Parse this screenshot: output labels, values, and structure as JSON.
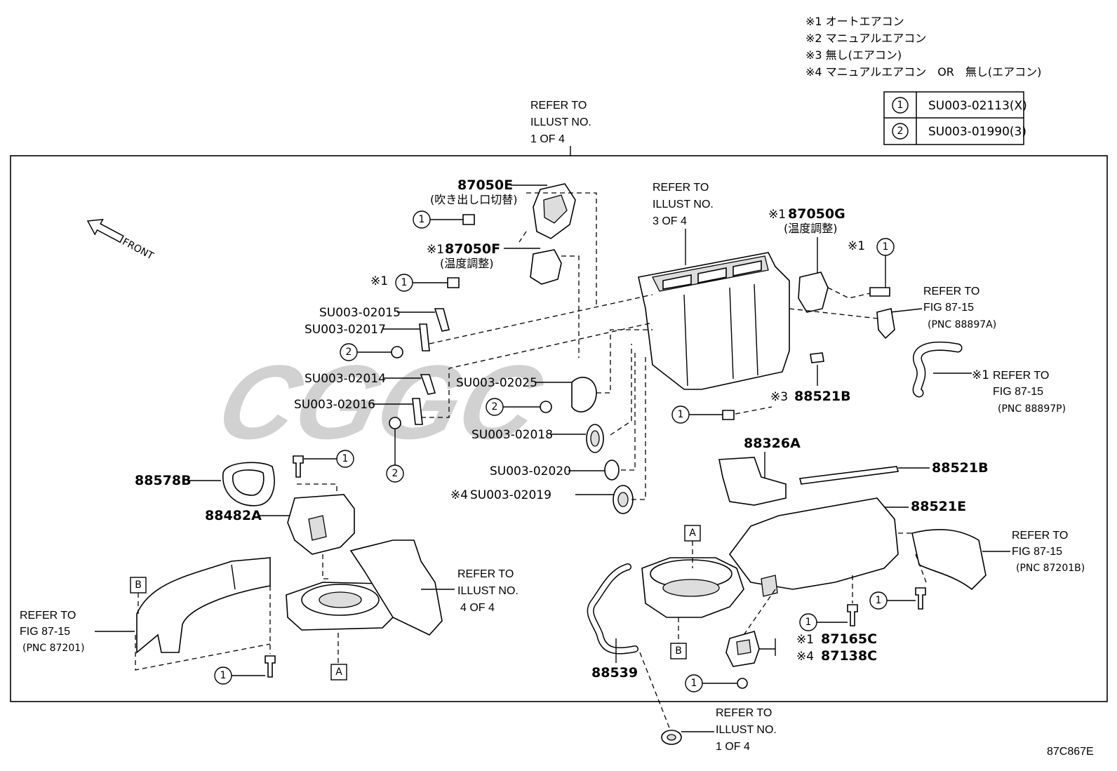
{
  "notes": [
    "※1 オートエアコン",
    "※2 マニュアルエアコン",
    "※3 無し(エアコン)",
    "※4 マニュアルエアコン　OR　無し(エアコン)"
  ],
  "legend": [
    {
      "num": "1",
      "part": "SU003-02113(X)"
    },
    {
      "num": "2",
      "part": "SU003-01990(3)"
    }
  ],
  "refs": {
    "illust_1_of_4_top": [
      "REFER TO",
      "ILLUST NO.",
      "1 OF 4"
    ],
    "illust_3_of_4": [
      "REFER TO",
      "ILLUST NO.",
      "3 OF 4"
    ],
    "illust_4_of_4": [
      "REFER TO",
      "ILLUST NO.",
      "4 OF 4"
    ],
    "illust_1_of_4_bottom": [
      "REFER TO",
      "ILLUST NO.",
      "1 OF 4"
    ],
    "fig_88897a": [
      "REFER TO",
      "FIG 87-15",
      "(PNC 88897A)"
    ],
    "fig_88897p": [
      "REFER TO",
      "FIG 87-15",
      "(PNC 88897P)"
    ],
    "fig_87201b": [
      "REFER TO",
      "FIG 87-15",
      "(PNC 87201B)"
    ],
    "fig_87201": [
      "REFER TO",
      "FIG 87-15",
      "(PNC 87201)"
    ]
  },
  "front_label": "FRONT",
  "parts": {
    "p87050E": "87050E",
    "p87050E_desc": "(吹き出し口切替)",
    "p87050F": "87050F",
    "p87050F_desc": "(温度調整)",
    "p87050G": "87050G",
    "p87050G_desc": "(温度調整)",
    "su02015": "SU003-02015",
    "su02017": "SU003-02017",
    "su02014": "SU003-02014",
    "su02016": "SU003-02016",
    "su02025": "SU003-02025",
    "su02018": "SU003-02018",
    "su02020": "SU003-02020",
    "su02019": "SU003-02019",
    "p88521B_a": "88521B",
    "p88521B_b": "88521B",
    "p88326A": "88326A",
    "p88521E": "88521E",
    "p88578B": "88578B",
    "p88482A": "88482A",
    "p87165C": "87165C",
    "p87138C": "87138C",
    "p88539": "88539"
  },
  "marks": {
    "m1": "※1",
    "m3": "※3",
    "m4": "※4"
  },
  "boxes": {
    "A": "A",
    "B": "B"
  },
  "watermark": "CGGC",
  "figure_code": "87C867E"
}
